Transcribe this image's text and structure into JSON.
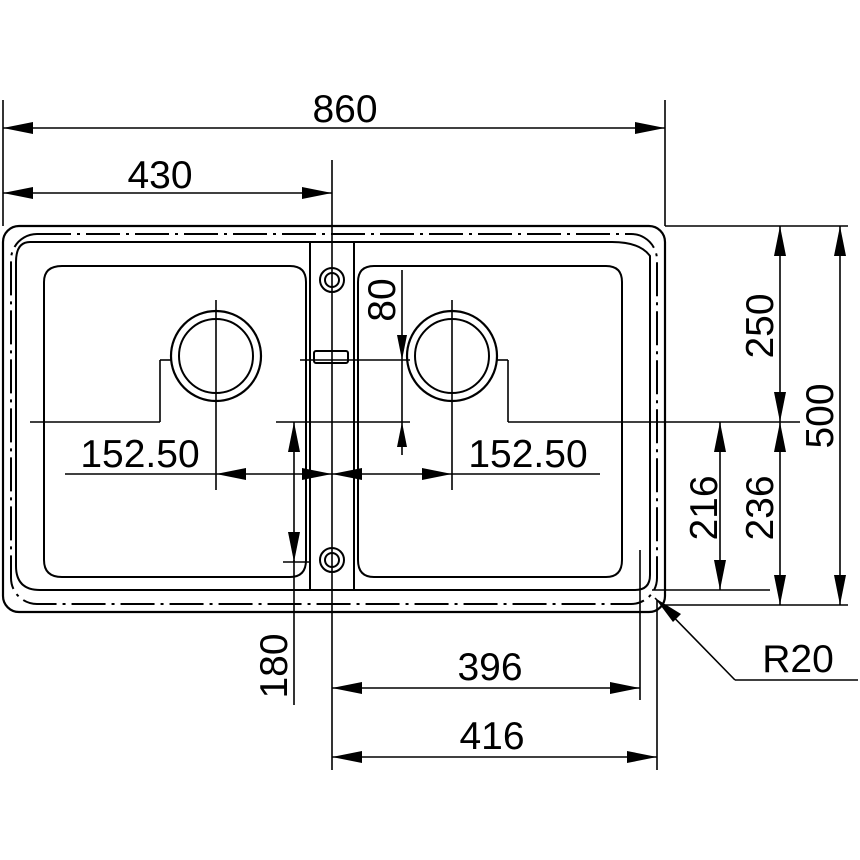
{
  "dimensions": {
    "overall_width": "860",
    "half_width": "430",
    "depth_to_drain": "250",
    "overall_depth": "500",
    "drain_offset_left": "152.50",
    "drain_offset_right": "152.50",
    "overflow_offset": "80",
    "bowl_depth_inner": "216",
    "bowl_depth_outer": "236",
    "front_offset": "180",
    "bowl_width_inner": "396",
    "bowl_width_outer": "416",
    "corner_radius": "R20"
  }
}
